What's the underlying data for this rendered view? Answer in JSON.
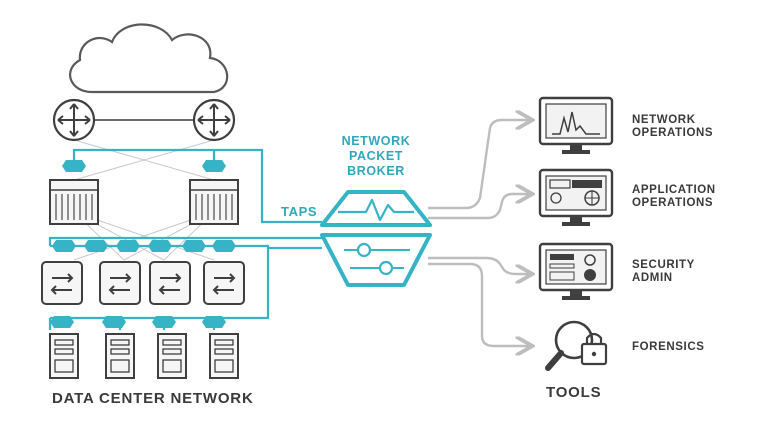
{
  "labels": {
    "npb": "NETWORK\nPACKET\nBROKER",
    "taps": "TAPS",
    "data_center": "DATA CENTER NETWORK",
    "tools": "TOOLS"
  },
  "tools": [
    {
      "label": "NETWORK\nOPERATIONS",
      "icon": "network-operations-monitor-icon"
    },
    {
      "label": "APPLICATION\nOPERATIONS",
      "icon": "application-operations-monitor-icon"
    },
    {
      "label": "SECURITY\nADMIN",
      "icon": "security-admin-monitor-icon"
    },
    {
      "label": "FORENSICS",
      "icon": "forensics-magnifier-icon"
    }
  ],
  "colors": {
    "teal": "#37b3c6",
    "dark": "#3f3f3f",
    "mid": "#6b6b6b",
    "light": "#f4f4f4",
    "arrow": "#bdbdbd",
    "cloud": "#5a5a5a"
  }
}
